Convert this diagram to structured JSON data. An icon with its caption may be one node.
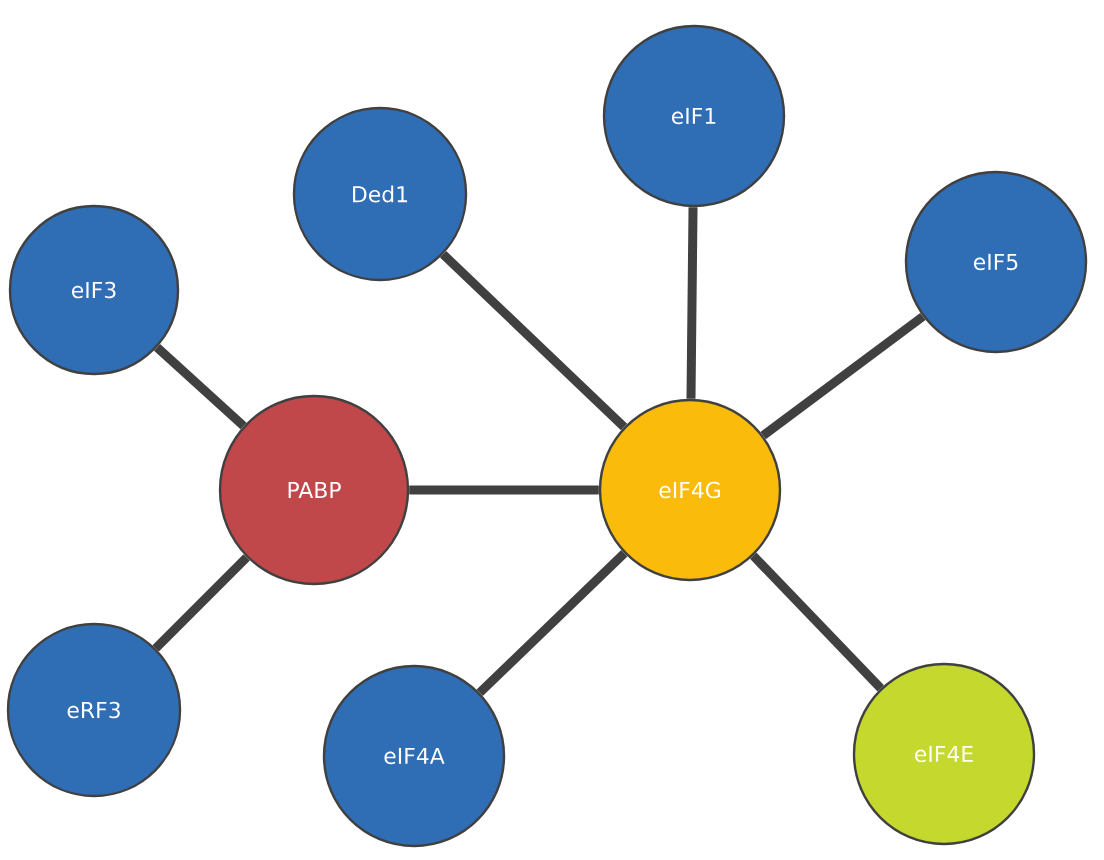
{
  "diagram": {
    "nodes": [
      {
        "text": [
          "eIF3"
        ]
      },
      {
        "text": [
          "Ded1"
        ]
      },
      {
        "text": [
          "eIF1"
        ]
      },
      {
        "text": [
          "eIF5"
        ]
      },
      {
        "text": [
          "PABP"
        ]
      },
      {
        "text": [
          "eIF4G"
        ]
      },
      {
        "text": [
          "eRF3"
        ]
      },
      {
        "text": [
          "eIF4A"
        ]
      },
      {
        "text": [
          "eIF4E"
        ]
      }
    ],
    "edges": [
      {
        "from": 4,
        "to": 0,
        "arrow": "none"
      },
      {
        "from": 4,
        "to": 6,
        "arrow": "none"
      },
      {
        "from": 4,
        "to": 5,
        "arrow": "none"
      },
      {
        "from": 5,
        "to": 1,
        "arrow": "none"
      },
      {
        "from": 5,
        "to": 2,
        "arrow": "none"
      },
      {
        "from": 5,
        "to": 3,
        "arrow": "none"
      },
      {
        "from": 5,
        "to": 7,
        "arrow": "none"
      },
      {
        "from": 5,
        "to": 8,
        "arrow": "none"
      }
    ]
  }
}
